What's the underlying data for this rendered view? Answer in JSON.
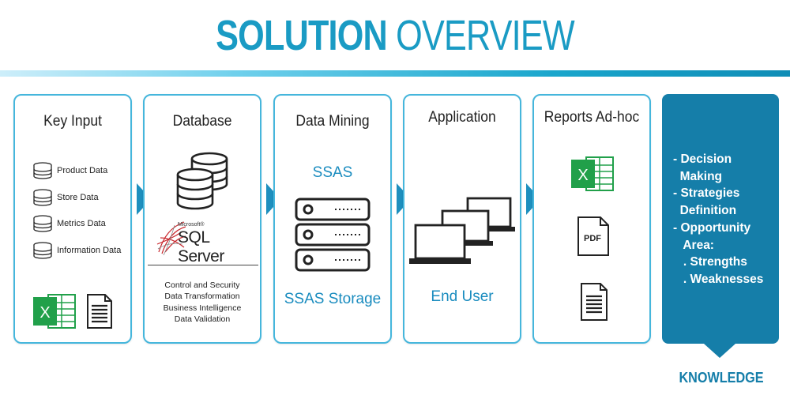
{
  "header": {
    "title_bold": "SOLUTION",
    "title_light": "OVERVIEW"
  },
  "steps": {
    "key_input": {
      "title": "Key Input",
      "items": [
        "Product Data",
        "Store Data",
        "Metrics Data",
        "Information Data"
      ]
    },
    "database": {
      "title": "Database",
      "logo_small": "Microsoft®",
      "logo_main": "SQL Server",
      "lines": [
        "Control and Security",
        "Data Transformation",
        "Business Intelligence",
        "Data Validation"
      ]
    },
    "data_mining": {
      "title": "Data Mining",
      "top_label": "SSAS",
      "bottom_label": "SSAS Storage"
    },
    "application": {
      "title": "Application",
      "bottom_label": "End User"
    },
    "reports": {
      "title": "Reports Ad-hoc",
      "pdf_label": "PDF"
    }
  },
  "knowledge": {
    "items": [
      "- Decision",
      "  Making",
      "- Strategies",
      "  Definition",
      "- Opportunity",
      "   Area:",
      "   . Strengths",
      "   . Weaknesses"
    ],
    "label": "KNOWLEDGE"
  },
  "icons": {
    "excel_letter": "X"
  },
  "colors": {
    "title": "#1a9bc4",
    "card_border": "#45b6dc",
    "arrow": "#1e8fbe",
    "knowledge_bg": "#157ea9",
    "excel_green": "#21a04a",
    "blue_text": "#1a8cbf"
  }
}
